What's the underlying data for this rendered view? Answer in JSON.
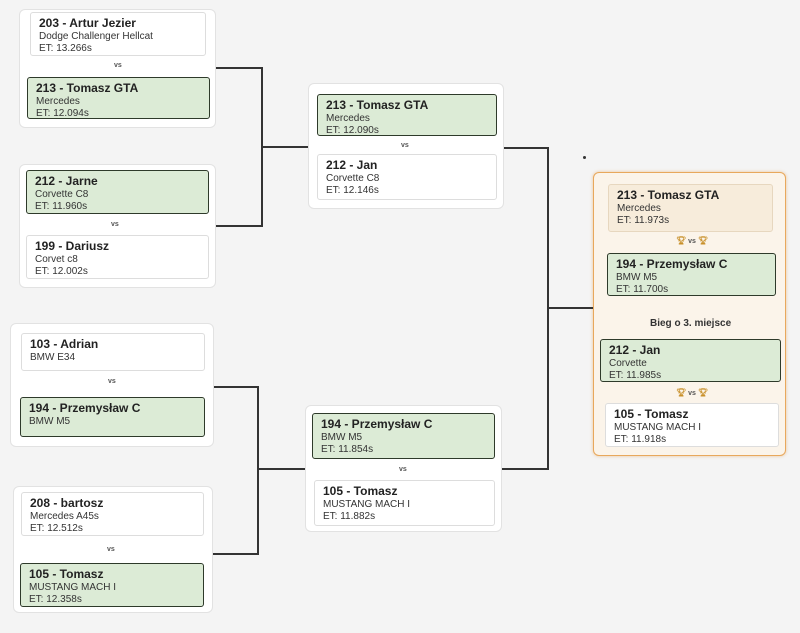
{
  "round1": [
    {
      "top": {
        "name": "203 - Artur Jezier",
        "car": "Dodge Challenger Hellcat",
        "et": "ET: 13.266s",
        "winner": false
      },
      "vs": "vs",
      "bottom": {
        "name": "213 - Tomasz GTA",
        "car": "Mercedes",
        "et": "ET: 12.094s",
        "winner": true
      }
    },
    {
      "top": {
        "name": "212 - Jarne",
        "car": "Corvette C8",
        "et": "ET: 11.960s",
        "winner": true
      },
      "vs": "vs",
      "bottom": {
        "name": "199 - Dariusz",
        "car": "Corvet c8",
        "et": "ET: 12.002s",
        "winner": false
      }
    },
    {
      "top": {
        "name": "103 - Adrian",
        "car": "BMW E34",
        "et": "",
        "winner": false
      },
      "vs": "vs",
      "bottom": {
        "name": "194 - Przemysław C",
        "car": "BMW M5",
        "et": "",
        "winner": true
      }
    },
    {
      "top": {
        "name": "208 - bartosz",
        "car": "Mercedes A45s",
        "et": "ET: 12.512s",
        "winner": false
      },
      "vs": "vs",
      "bottom": {
        "name": "105 - Tomasz",
        "car": "MUSTANG MACH I",
        "et": "ET: 12.358s",
        "winner": true
      }
    }
  ],
  "round2": [
    {
      "top": {
        "name": "213 - Tomasz GTA",
        "car": "Mercedes",
        "et": "ET: 12.090s",
        "winner": true
      },
      "vs": "vs",
      "bottom": {
        "name": "212 - Jan",
        "car": "Corvette C8",
        "et": "ET: 12.146s",
        "winner": false
      }
    },
    {
      "top": {
        "name": "194 - Przemysław C",
        "car": "BMW M5",
        "et": "ET: 11.854s",
        "winner": true
      },
      "vs": "vs",
      "bottom": {
        "name": "105 - Tomasz",
        "car": "MUSTANG MACH I",
        "et": "ET: 11.882s",
        "winner": false
      }
    }
  ],
  "final": {
    "top": {
      "name": "213 - Tomasz GTA",
      "car": "Mercedes",
      "et": "ET: 11.973s",
      "winner": false
    },
    "vs": "vs",
    "bottom": {
      "name": "194 - Przemysław C",
      "car": "BMW M5",
      "et": "ET: 11.700s",
      "winner": true
    }
  },
  "third_place": {
    "label": "Bieg o 3. miejsce",
    "top": {
      "name": "212 - Jan",
      "car": "Corvette",
      "et": "ET: 11.985s",
      "winner": true
    },
    "vs": "vs",
    "bottom": {
      "name": "105 - Tomasz",
      "car": "MUSTANG MACH I",
      "et": "ET: 11.918s",
      "winner": false
    }
  },
  "colors": {
    "winner_bg": "#dcebd6",
    "final_border": "#e8a85c",
    "final_bg": "#fbf4ea"
  },
  "icons": {
    "trophy": "trophy-icon"
  }
}
